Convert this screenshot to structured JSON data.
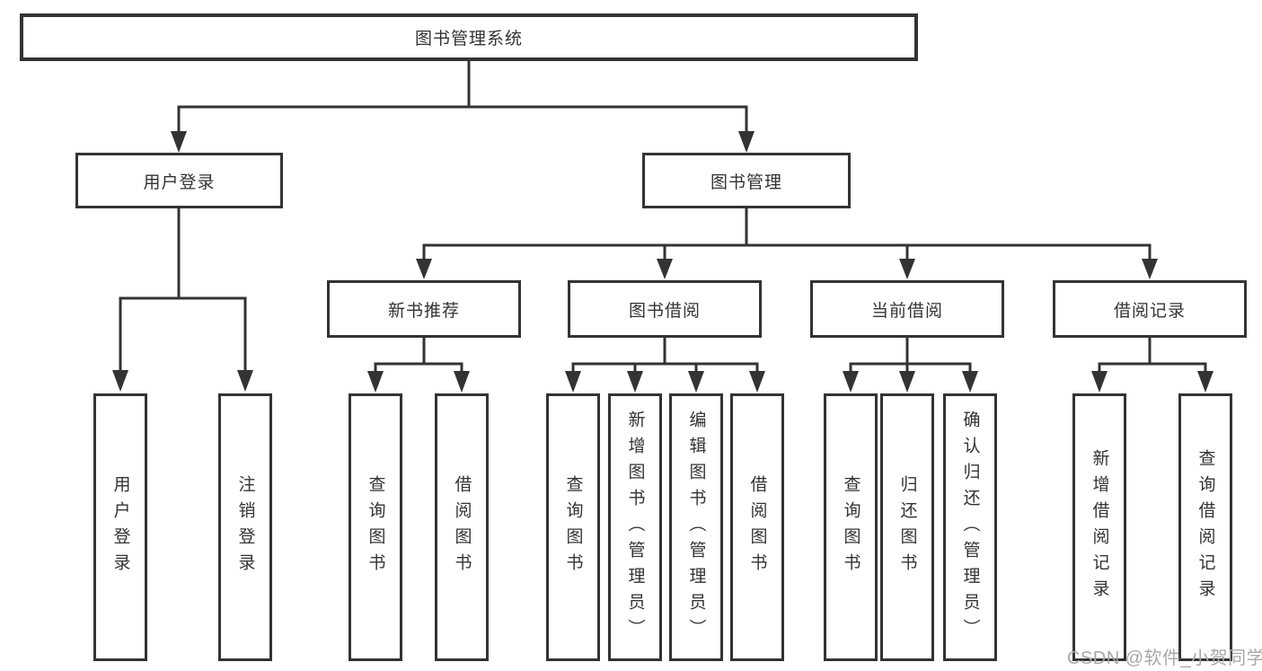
{
  "tree": {
    "root": {
      "label": "图书管理系统"
    },
    "branches": [
      {
        "label": "用户登录",
        "children": [
          {
            "label": "用户登录"
          },
          {
            "label": "注销登录"
          }
        ]
      },
      {
        "label": "图书管理",
        "children": [
          {
            "label": "新书推荐",
            "children": [
              {
                "label": "查询图书"
              },
              {
                "label": "借阅图书"
              }
            ]
          },
          {
            "label": "图书借阅",
            "children": [
              {
                "label": "查询图书"
              },
              {
                "label": "新增图书（管理员）"
              },
              {
                "label": "编辑图书（管理员）"
              },
              {
                "label": "借阅图书"
              }
            ]
          },
          {
            "label": "当前借阅",
            "children": [
              {
                "label": "查询图书"
              },
              {
                "label": "归还图书"
              },
              {
                "label": "确认归还（管理员）"
              }
            ]
          },
          {
            "label": "借阅记录",
            "children": [
              {
                "label": "新增借阅记录"
              },
              {
                "label": "查询借阅记录"
              }
            ]
          }
        ]
      }
    ]
  },
  "watermark": {
    "text": "CSDN @软件_小贺同学"
  },
  "colors": {
    "line": "#333333",
    "text": "#333333",
    "watermark": "#a8a8a8",
    "bg": "#ffffff"
  }
}
